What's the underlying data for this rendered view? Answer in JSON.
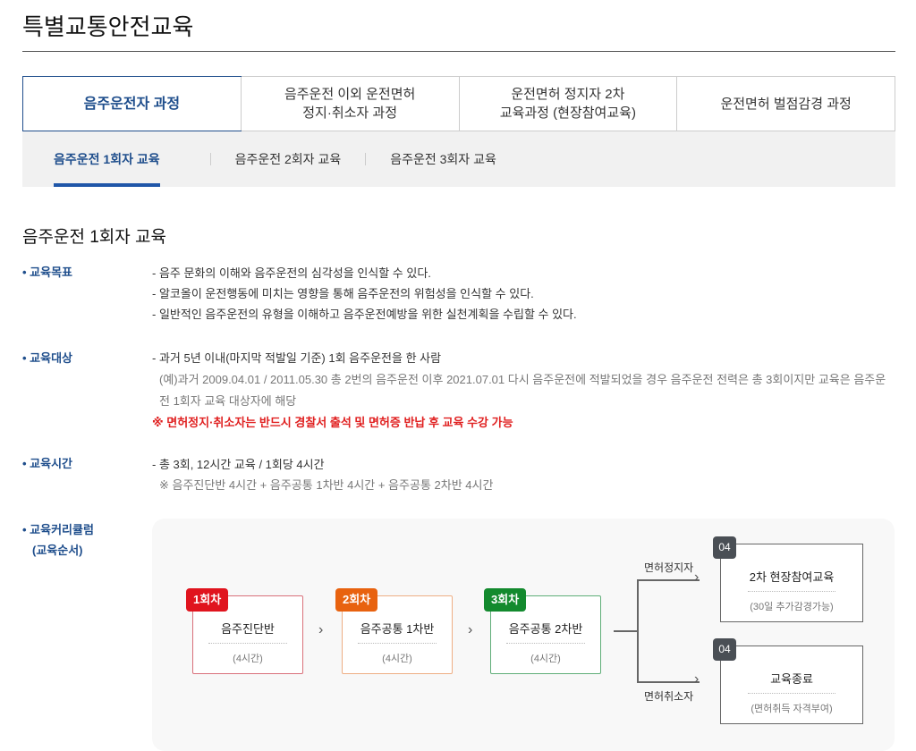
{
  "page_title": "특별교통안전교육",
  "tabs": [
    "음주운전자 과정",
    "음주운전 이외 운전면허\n정지·취소자 과정",
    "운전면허 정지자 2차\n교육과정 (현장참여교육)",
    "운전면허 벌점감경 과정"
  ],
  "subtabs": [
    "음주운전 1회자 교육",
    "음주운전 2회자 교육",
    "음주운전 3회자 교육"
  ],
  "section_title": "음주운전 1회자 교육",
  "goal": {
    "label": "교육목표",
    "lines": [
      "- 음주 문화의 이해와 음주운전의 심각성을 인식할 수 있다.",
      "- 알코올이 운전행동에 미치는 영향을 통해 음주운전의 위험성을 인식할 수 있다.",
      "- 일반적인 음주운전의 유형을 이해하고 음주운전예방을 위한 실천계획을 수립할 수 있다."
    ]
  },
  "target": {
    "label": "교육대상",
    "line": "- 과거 5년 이내(마지막 적발일 기준) 1회 음주운전을 한 사람",
    "example": "(예)과거 2009.04.01 / 2011.05.30 총 2번의 음주운전 이후 2021.07.01 다시 음주운전에 적발되었을 경우 음주운전 전력은 총 3회이지만 교육은 음주운전 1회자 교육 대상자에 해당",
    "notice": "※ 면허정지·취소자는 반드시 경찰서 출석 및 면허증 반납 후 교육 수강 가능"
  },
  "time": {
    "label": "교육시간",
    "line": "- 총 3회, 12시간 교육 / 1회당 4시간",
    "note": "※ 음주진단반 4시간 + 음주공통 1차반 4시간 + 음주공통 2차반 4시간"
  },
  "curriculum": {
    "label1": "교육커리큘럼",
    "label2": "(교육순서)",
    "steps": [
      {
        "badge": "1회차",
        "title": "음주진단반",
        "sub": "(4시간)",
        "color": "#e0141e",
        "border": "#d9707a"
      },
      {
        "badge": "2회차",
        "title": "음주공통 1차반",
        "sub": "(4시간)",
        "color": "#e8620f",
        "border": "#eeae84"
      },
      {
        "badge": "3회차",
        "title": "음주공통 2차반",
        "sub": "(4시간)",
        "color": "#138a2e",
        "border": "#5fae78"
      }
    ],
    "branch_top": "면허정지자",
    "branch_bottom": "면허취소자",
    "outcomes": [
      {
        "num": "04",
        "title": "2차 현장참여교육",
        "sub": "(30일 추가감경가능)"
      },
      {
        "num": "04",
        "title": "교육종료",
        "sub": "(면허취득 자격부여)"
      }
    ]
  }
}
